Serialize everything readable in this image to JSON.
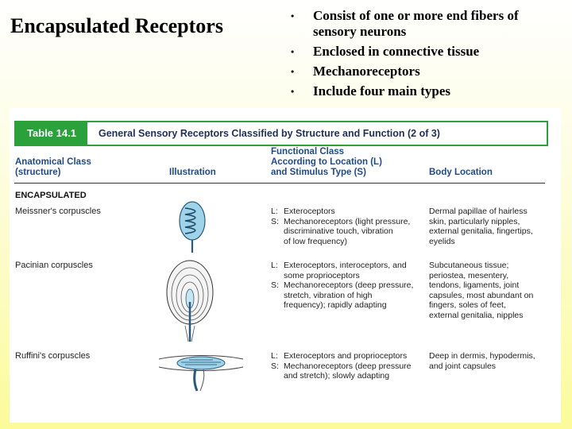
{
  "slide": {
    "title": "Encapsulated Receptors",
    "bullets": [
      {
        "line1": "Consist of one or more end fibers of",
        "line2": "sensory neurons"
      },
      {
        "line1": "Enclosed in connective tissue",
        "line2": ""
      },
      {
        "line1": "Mechanoreceptors",
        "line2": ""
      },
      {
        "line1": "Include four main types",
        "line2": ""
      }
    ]
  },
  "table": {
    "number": "Table 14.1",
    "title": "General Sensory Receptors Classified by Structure and Function (2 of 3)",
    "headers": {
      "anatomical_1": "Anatomical Class",
      "anatomical_2": "(structure)",
      "illustration": "Illustration",
      "functional_1": "Functional Class",
      "functional_2": "According to Location (L)",
      "functional_3": "and Stimulus Type (S)",
      "body_location": "Body Location"
    },
    "section": "ENCAPSULATED",
    "rows": [
      {
        "name": "Meissner's corpuscles",
        "location_lines": [
          "Exteroceptors"
        ],
        "stimulus_lines": [
          "Mechanoreceptors (light pressure,",
          "discriminative touch, vibration",
          "of low frequency)"
        ],
        "body_lines": [
          "Dermal papillae of hairless",
          "skin, particularly nipples,",
          "external genitalia, fingertips,",
          "eyelids"
        ]
      },
      {
        "name": "Pacinian corpuscles",
        "location_lines": [
          "Exteroceptors, interoceptors, and",
          "some proprioceptors"
        ],
        "stimulus_lines": [
          "Mechanoreceptors (deep pressure,",
          "stretch, vibration of high",
          "frequency); rapidly adapting"
        ],
        "body_lines": [
          "Subcutaneous tissue;",
          "periostea, mesentery,",
          "tendons, ligaments, joint",
          "capsules, most abundant on",
          "fingers, soles of feet,",
          "external genitalia, nipples"
        ]
      },
      {
        "name": "Ruffini's corpuscles",
        "location_lines": [
          "Exteroceptors and proprioceptors"
        ],
        "stimulus_lines": [
          "Mechanoreceptors (deep pressure",
          "and stretch); slowly adapting"
        ],
        "body_lines": [
          "Deep in dermis, hypodermis,",
          "and joint capsules"
        ]
      }
    ],
    "labels": {
      "L": "L:",
      "S": "S:"
    }
  },
  "colors": {
    "green": "#2aa13a",
    "header_blue": "#1f4a8a"
  }
}
